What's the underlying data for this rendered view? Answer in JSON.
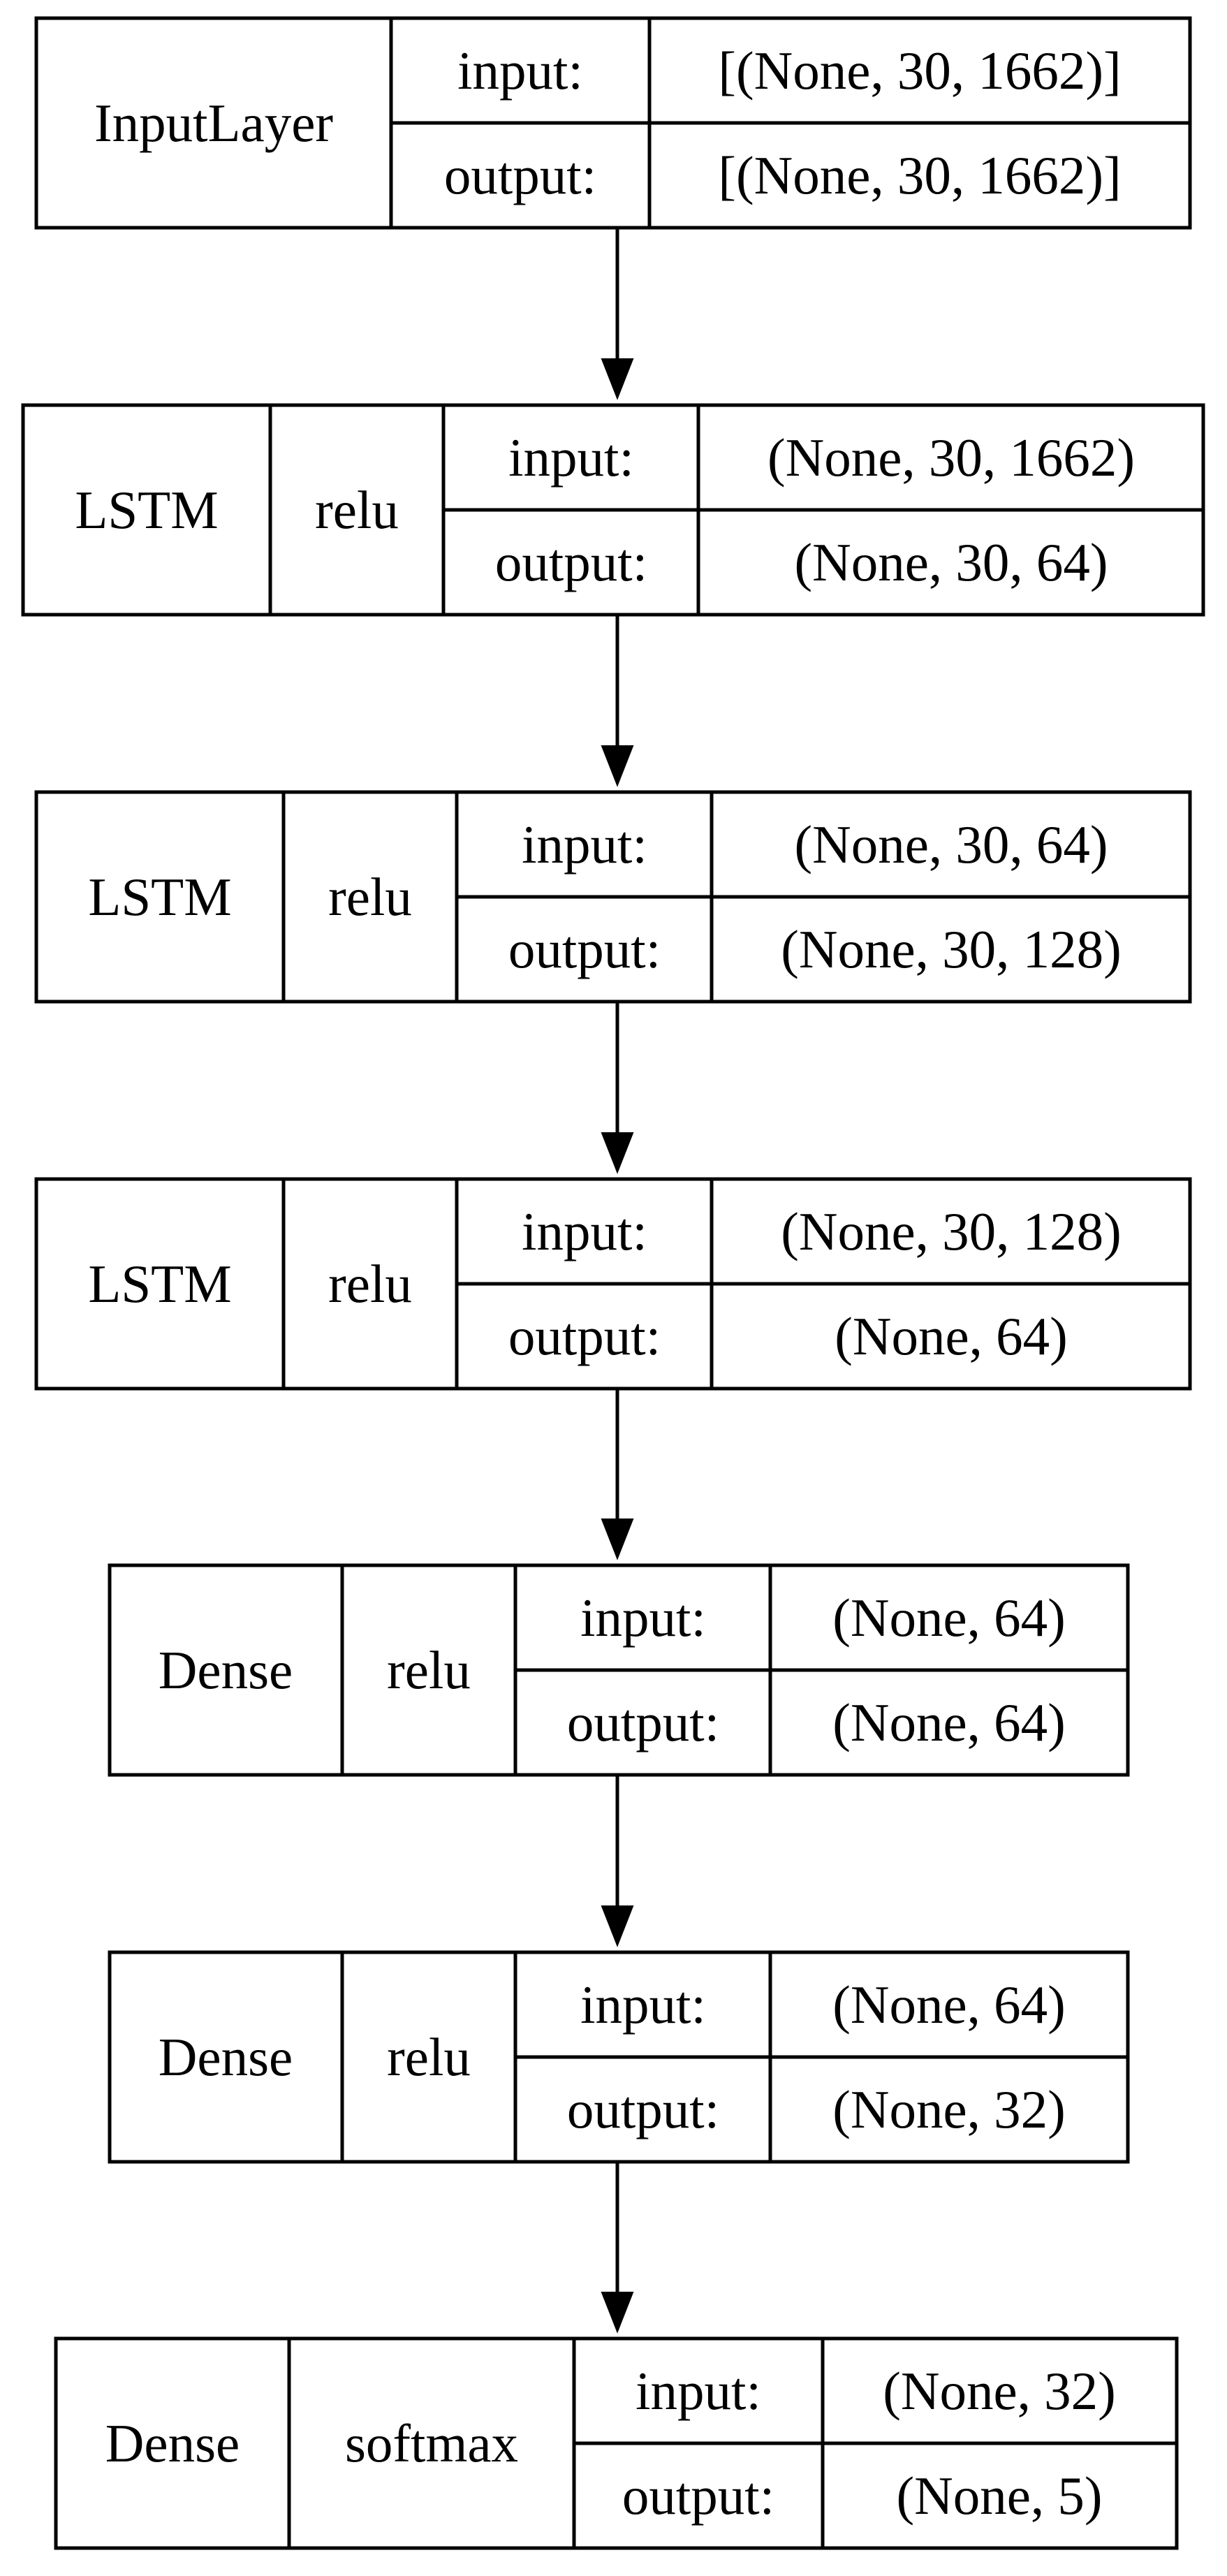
{
  "layers": [
    {
      "name": "InputLayer",
      "activation": "",
      "input_label": "input:",
      "input_shape": "[(None, 30, 1662)]",
      "output_label": "output:",
      "output_shape": "[(None, 30, 1662)]"
    },
    {
      "name": "LSTM",
      "activation": "relu",
      "input_label": "input:",
      "input_shape": "(None, 30, 1662)",
      "output_label": "output:",
      "output_shape": "(None, 30, 64)"
    },
    {
      "name": "LSTM",
      "activation": "relu",
      "input_label": "input:",
      "input_shape": "(None, 30, 64)",
      "output_label": "output:",
      "output_shape": "(None, 30, 128)"
    },
    {
      "name": "LSTM",
      "activation": "relu",
      "input_label": "input:",
      "input_shape": "(None, 30, 128)",
      "output_label": "output:",
      "output_shape": "(None, 64)"
    },
    {
      "name": "Dense",
      "activation": "relu",
      "input_label": "input:",
      "input_shape": "(None, 64)",
      "output_label": "output:",
      "output_shape": "(None, 64)"
    },
    {
      "name": "Dense",
      "activation": "relu",
      "input_label": "input:",
      "input_shape": "(None, 64)",
      "output_label": "output:",
      "output_shape": "(None, 32)"
    },
    {
      "name": "Dense",
      "activation": "softmax",
      "input_label": "input:",
      "input_shape": "(None, 32)",
      "output_label": "output:",
      "output_shape": "(None, 5)"
    }
  ]
}
